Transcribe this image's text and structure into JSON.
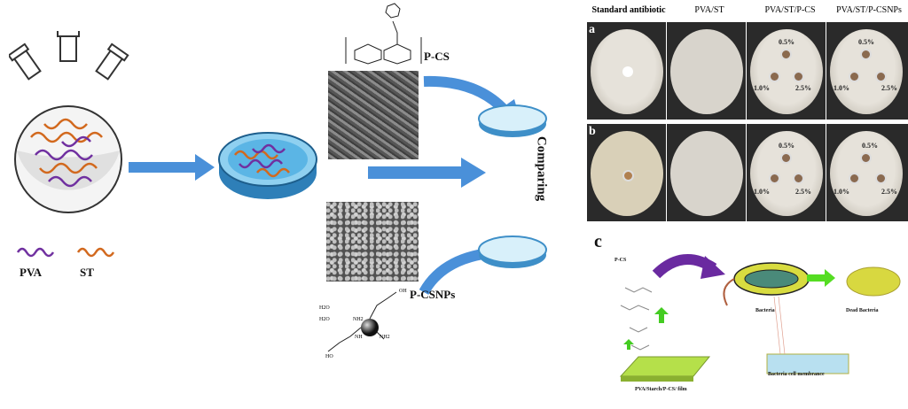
{
  "left": {
    "legend": [
      {
        "label": "PVA",
        "color": "#7030a0"
      },
      {
        "label": "ST",
        "color": "#d2691e"
      }
    ],
    "top_label": "P-CS",
    "bottom_label": "P-CSNPs",
    "comparing": "Comparing",
    "arrow_color": "#4a90d9",
    "chem_labels": [
      "H2O",
      "H2O",
      "NH",
      "NH2",
      "NH2",
      "HO",
      "OH"
    ]
  },
  "right": {
    "columns": [
      "Standard antibiotic",
      "PVA/ST",
      "PVA/ST/P-CS",
      "PVA/ST/P-CSNPs"
    ],
    "rows": [
      "a",
      "b"
    ],
    "concentrations": [
      "0.5%",
      "1.0%",
      "2.5%"
    ],
    "panel_c": {
      "letter": "c",
      "pcs": "P-CS",
      "bacteria": "Bacteria",
      "dead": "Dead Bacteria",
      "membrane": "Bacteria cell membrance",
      "film": "PVA/Starch/P-CS/ film"
    }
  }
}
